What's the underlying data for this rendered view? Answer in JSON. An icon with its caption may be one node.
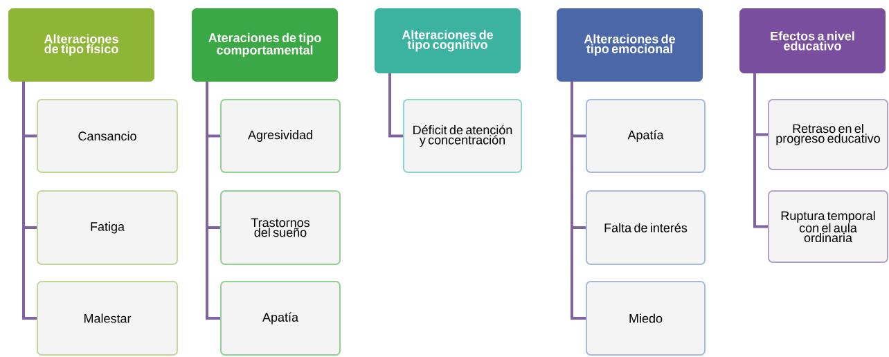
{
  "diagram": {
    "nodes": [
      {
        "text": [
          "Alteraciones de tipo físico"
        ]
      },
      {
        "text": [
          "Cansancio"
        ]
      },
      {
        "text": [
          "Fatiga"
        ]
      },
      {
        "text": [
          "Malestar"
        ]
      },
      {
        "text": [
          "Ateraciones de tipo comportamental"
        ]
      },
      {
        "text": [
          "Agresividad"
        ]
      },
      {
        "text": [
          "Trastornos del sueño"
        ]
      },
      {
        "text": [
          "Apatía"
        ]
      },
      {
        "text": [
          "Alteraciones de tipo cognitivo"
        ]
      },
      {
        "text": [
          "Déficit de atención y concentración"
        ]
      },
      {
        "text": [
          "Alteraciones de tipo emocional"
        ]
      },
      {
        "text": [
          "Apatía"
        ]
      },
      {
        "text": [
          "Falta de interés"
        ]
      },
      {
        "text": [
          "Miedo"
        ]
      },
      {
        "text": [
          "Efectos a nivel educativo"
        ]
      },
      {
        "text": [
          "Retraso en el progreso educativo"
        ]
      },
      {
        "text": [
          "Ruptura temporal con el aula ordinaria"
        ]
      }
    ],
    "edges": [
      {
        "from": 0,
        "to": 1,
        "arrow": "none"
      },
      {
        "from": 0,
        "to": 2,
        "arrow": "none"
      },
      {
        "from": 0,
        "to": 3,
        "arrow": "none"
      },
      {
        "from": 4,
        "to": 5,
        "arrow": "none"
      },
      {
        "from": 4,
        "to": 6,
        "arrow": "none"
      },
      {
        "from": 4,
        "to": 7,
        "arrow": "none"
      },
      {
        "from": 8,
        "to": 9,
        "arrow": "none"
      },
      {
        "from": 10,
        "to": 11,
        "arrow": "none"
      },
      {
        "from": 10,
        "to": 12,
        "arrow": "none"
      },
      {
        "from": 10,
        "to": 13,
        "arrow": "none"
      },
      {
        "from": 14,
        "to": 15,
        "arrow": "none"
      },
      {
        "from": 14,
        "to": 16,
        "arrow": "none"
      }
    ]
  }
}
